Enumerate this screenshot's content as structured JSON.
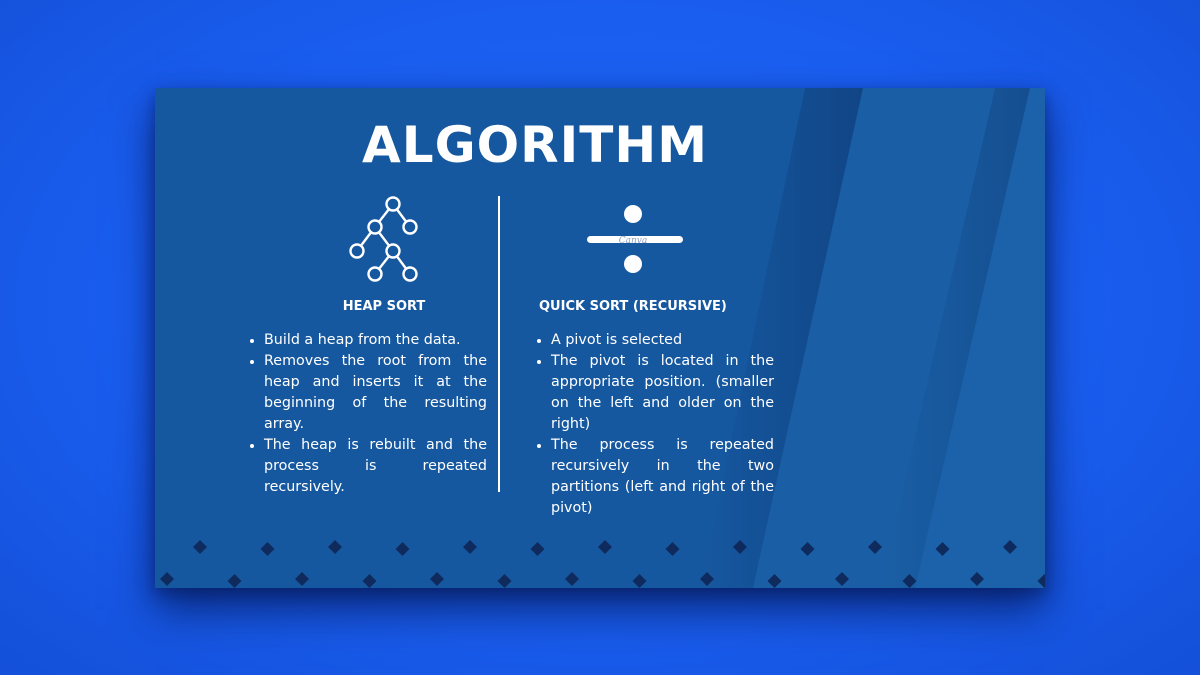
{
  "slide": {
    "title": "ALGORITHM",
    "colors": {
      "page_background": "#1a5ef0",
      "card_background": "#1658a0",
      "diamond": "#0f2a5c",
      "text": "#ffffff"
    },
    "left_column": {
      "icon": "tree-structure-icon",
      "heading": "HEAP SORT",
      "bullets": [
        "Build a heap from the data.",
        "Removes the root from the heap and inserts it at the beginning of the resulting array.",
        "The heap is rebuilt and the process is repeated recursively."
      ]
    },
    "right_column": {
      "icon": "divide-icon",
      "icon_watermark": "Canva",
      "heading": "QUICK SORT (RECURSIVE)",
      "bullets": [
        "A pivot is selected",
        "The pivot is located in the appropriate position. (smaller on the left and older on the right)",
        "The process is repeated recursively in the two partitions (left and right of the pivot)"
      ]
    }
  }
}
